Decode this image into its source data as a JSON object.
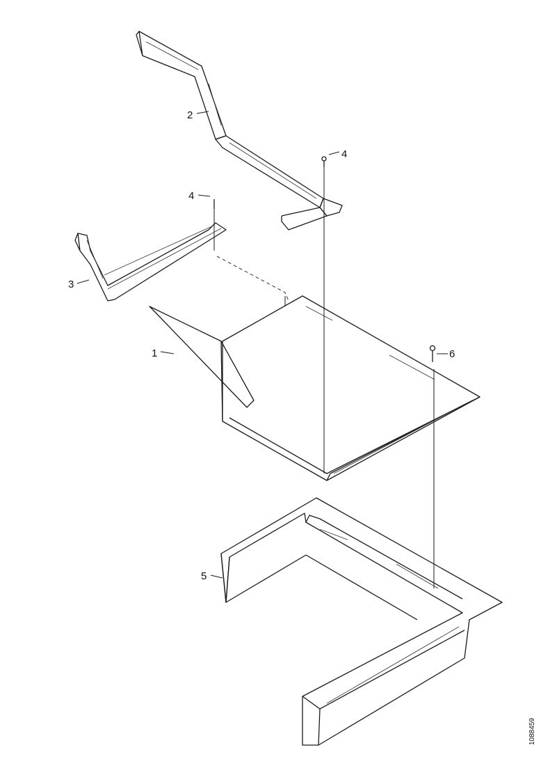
{
  "diagram": {
    "callouts": {
      "item1": "1",
      "item2": "2",
      "item3": "3",
      "item4a": "4",
      "item4b": "4",
      "item5": "5",
      "item6": "6"
    },
    "reference_code": "1088459"
  }
}
